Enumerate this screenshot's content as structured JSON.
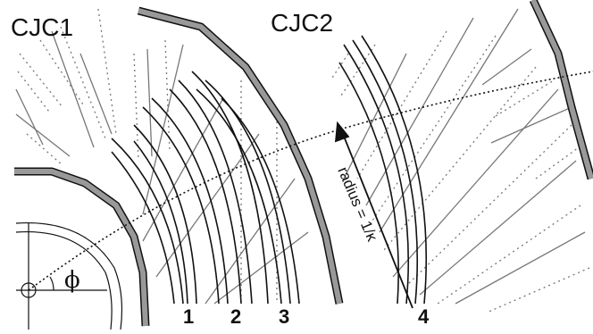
{
  "labels": {
    "chamber_inner": "CJC1",
    "chamber_outer": "CJC2",
    "angle": "ϕ",
    "radius": "radius = 1/κ",
    "layers": [
      "1",
      "2",
      "3",
      "4"
    ]
  },
  "colors": {
    "ink": "#111111",
    "wire_gray": "#777777",
    "shell_fill": "#999999",
    "background": "#ffffff"
  }
}
